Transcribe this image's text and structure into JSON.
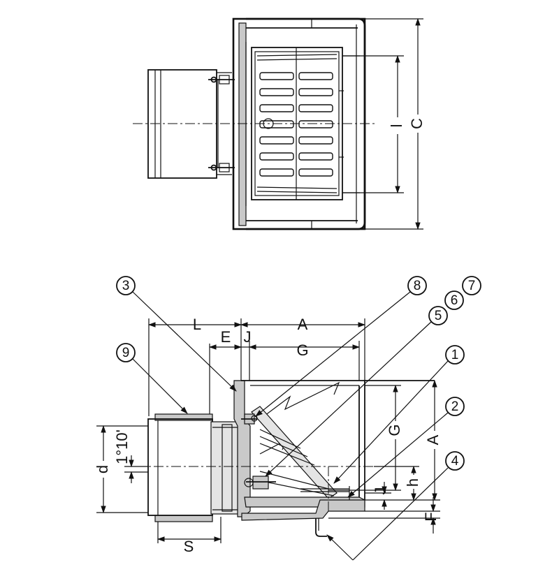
{
  "top_view": {
    "dimensions": {
      "l": "l",
      "c": "C"
    }
  },
  "section_view": {
    "dimensions": {
      "L": "L",
      "A_top": "A",
      "E": "E",
      "J_top": "J",
      "G_top": "G",
      "G_side": "G",
      "A_side": "A",
      "J_side": "J",
      "h": "h",
      "F": "F",
      "d": "d",
      "angle": "1°10'",
      "S": "S"
    },
    "callouts": [
      "1",
      "2",
      "3",
      "4",
      "5",
      "6",
      "7",
      "8",
      "9"
    ]
  }
}
